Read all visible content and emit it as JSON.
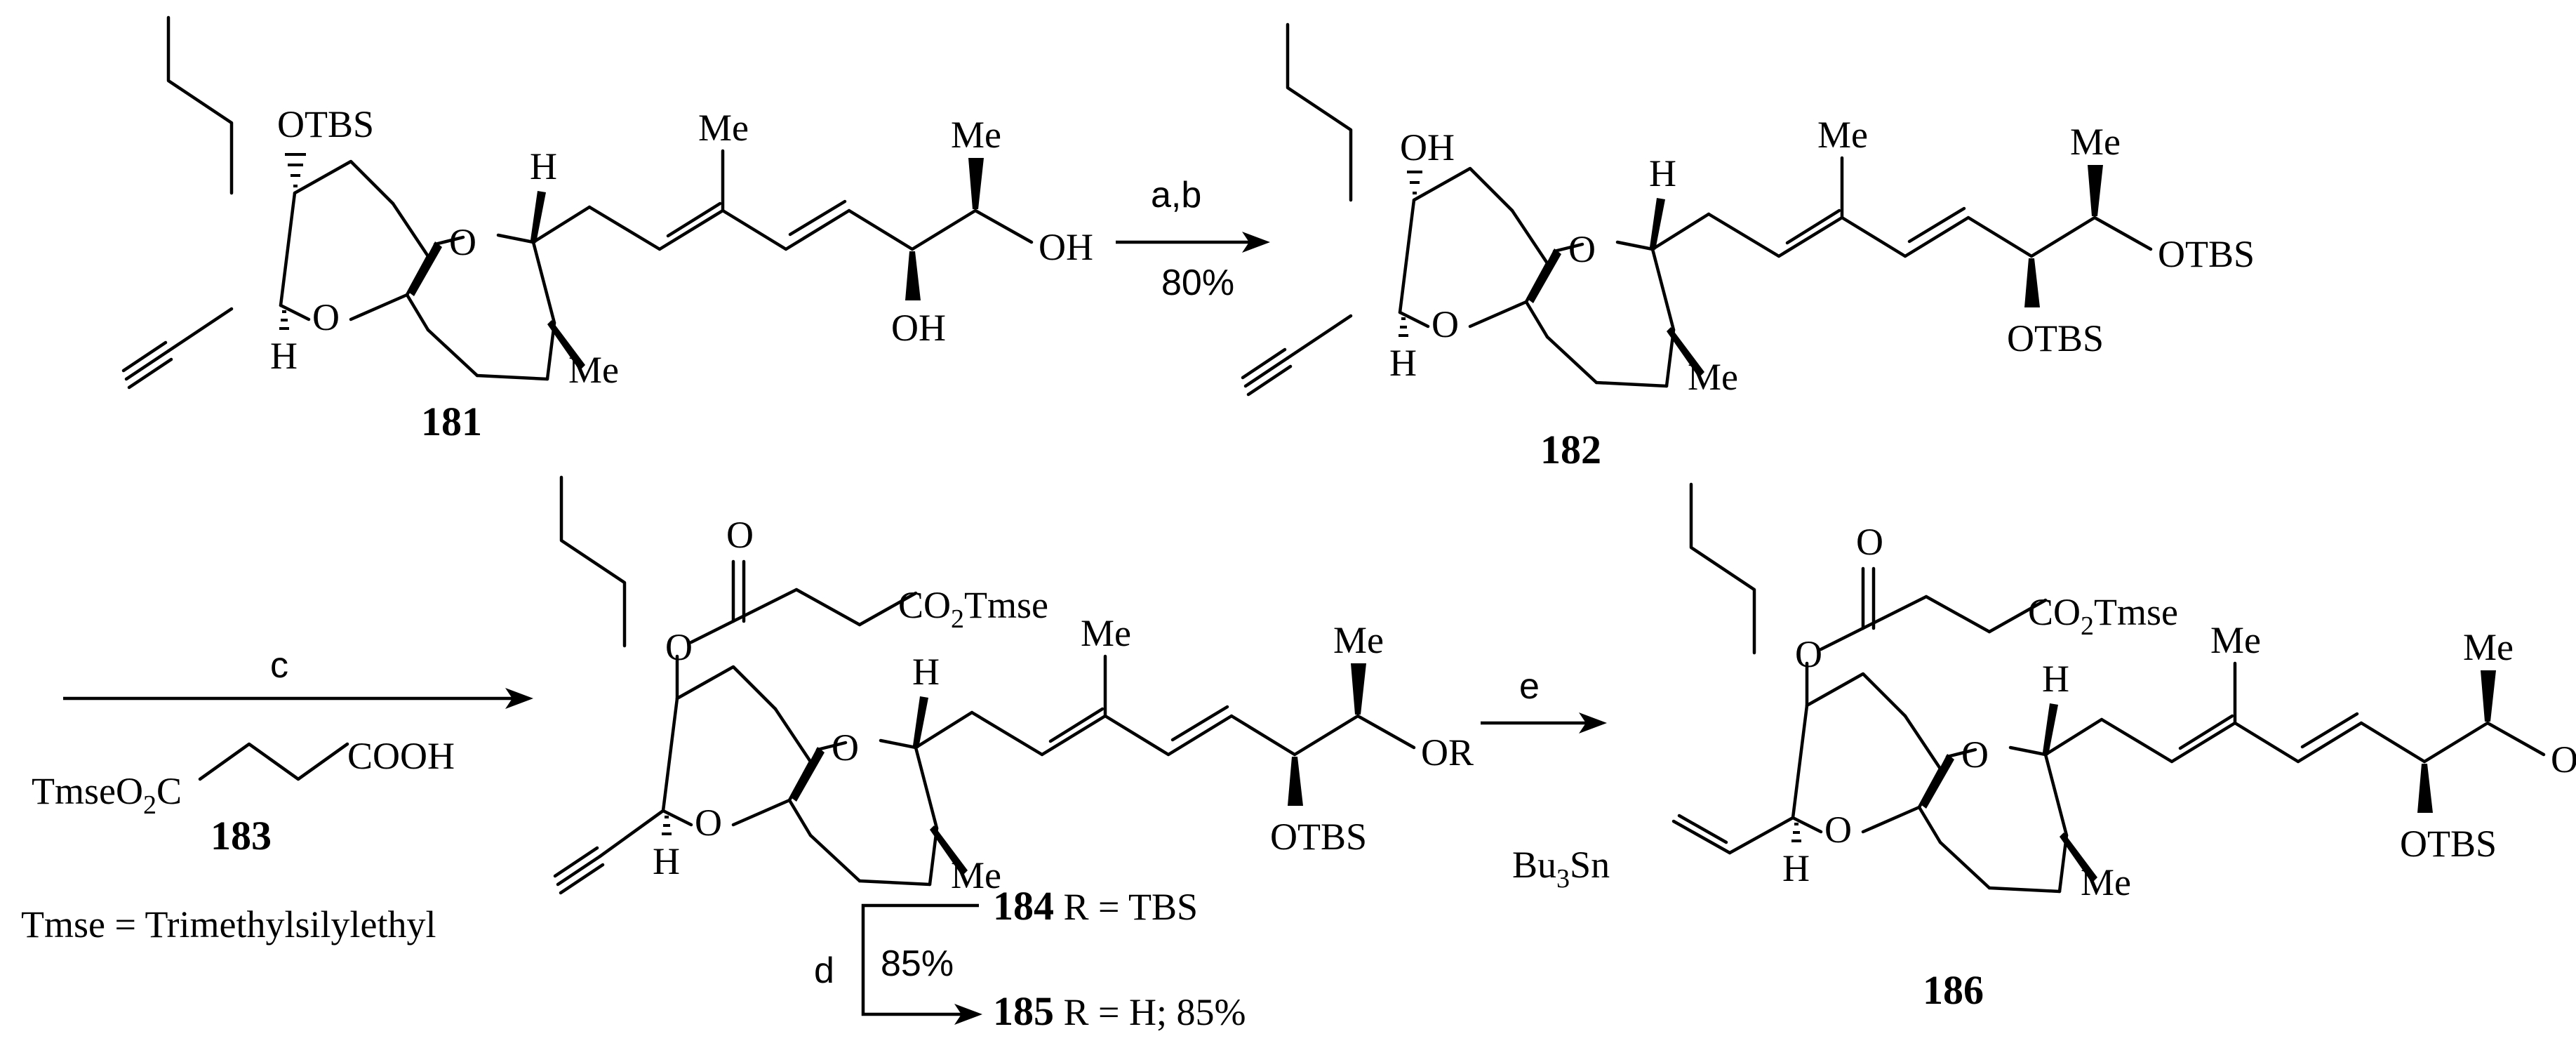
{
  "compounds": {
    "c181": {
      "number": "181",
      "labels": {
        "otbs": "OTBS",
        "me_top": "Me",
        "me_side": "Me",
        "me_ring": "Me",
        "o_ring1": "O",
        "o_ring2": "O",
        "h_ring": "H",
        "h_ch": "H",
        "oh_end": "OH",
        "oh_low": "OH"
      }
    },
    "c182": {
      "number": "182",
      "labels": {
        "oh": "OH",
        "me_top": "Me",
        "me_side": "Me",
        "me_ring": "Me",
        "o_ring1": "O",
        "o_ring2": "O",
        "h_ring": "H",
        "h_ch": "H",
        "otbs_end": "OTBS",
        "otbs_low": "OTBS"
      }
    },
    "c183": {
      "number": "183",
      "left": "TmseO",
      "sub": "2",
      "mid": "C",
      "acid": "COOH"
    },
    "c184": {
      "labels": {
        "o_carb": "O",
        "o_ester": "O",
        "co2": "CO",
        "co2_sub": "2",
        "tmse": "Tmse",
        "me_top": "Me",
        "me_side": "Me",
        "me_ring": "Me",
        "o_ring1": "O",
        "o_ring2": "O",
        "h_ring": "H",
        "h_ch": "H",
        "or_end": "OR",
        "otbs_low": "OTBS"
      }
    },
    "c184_label": {
      "number": "184",
      "text": " R = TBS"
    },
    "c185_label": {
      "number": "185",
      "text": " R = H; 85%"
    },
    "c186": {
      "number": "186",
      "labels": {
        "o_carb": "O",
        "o_ester": "O",
        "co2": "CO",
        "co2_sub": "2",
        "tmse": "Tmse",
        "bu": "Bu",
        "bu_sub": "3",
        "sn": "Sn",
        "me_top": "Me",
        "me_side": "Me",
        "me_ring": "Me",
        "o_ring1": "O",
        "o_ring2": "O",
        "h_ring": "H",
        "h_ch": "H",
        "oh_end": "OH",
        "otbs_low": "OTBS"
      }
    }
  },
  "arrows": {
    "ab": {
      "top": "a,b",
      "bottom": "80%"
    },
    "c": {
      "top": "c"
    },
    "d": {
      "left": "d",
      "inner": "85%"
    },
    "e": {
      "top": "e"
    }
  },
  "note": "Tmse = Trimethylsilylethyl"
}
